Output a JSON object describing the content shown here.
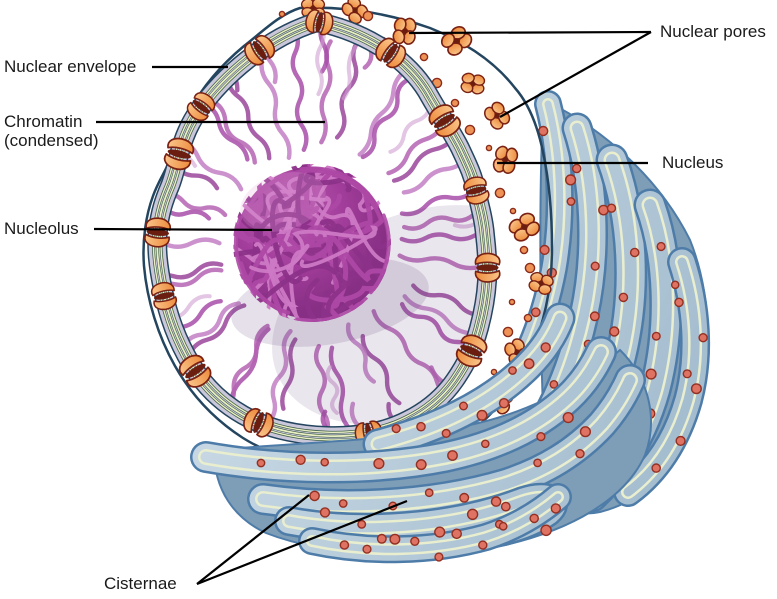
{
  "figure": {
    "type": "biology-diagram",
    "subject": "Cell nucleus cutaway with rough endoplasmic reticulum",
    "background": "#ffffff"
  },
  "labels": {
    "nuclear_envelope": "Nuclear envelope",
    "chromatin_line1": "Chromatin",
    "chromatin_line2": "(condensed)",
    "nucleolus": "Nucleolus",
    "nuclear_pores": "Nuclear pores",
    "nucleus": "Nucleus",
    "cisternae": "Cisternae"
  },
  "palette": {
    "background": "#ffffff",
    "outline_dark": "#24455f",
    "surface_light": "#b9b4d0",
    "surface_dark": "#8e88ac",
    "envelope_gray": "#cbc7db",
    "membrane_yellow": "#eaefc2",
    "membrane_edge": "#3f5f49",
    "nucleoplasm_light": "#f6ecf6",
    "nucleoplasm_mid1": "#eed9ee",
    "nucleoplasm_mid2": "#dcb5dc",
    "nucleoplasm_dark": "#bd86bd",
    "face_shadow": "#5f3f74",
    "chromatin_colors": [
      "#a74da8",
      "#b564b4",
      "#9a479b",
      "#c37fc4"
    ],
    "chromatin_light": "#d09fd2",
    "nucleolus_light": "#bb5fb2",
    "nucleolus_base": "#a23d9b",
    "nucleolus_dark": "#872f84",
    "nucleolus_highlight": "#e3aadb",
    "nucleolus_strands": [
      "#8c3289",
      "#ad48a5",
      "#ce79c5"
    ],
    "pore_orange_light": "#f9c489",
    "pore_orange": "#ee8c3e",
    "pore_outline": "#7a2113",
    "pore_seam": "#6b1d10",
    "ribosome_fill": "#de7263",
    "ribosome_outline": "#943022",
    "surface_dot_fill": "#ee9355",
    "surface_dot_outline": "#8c2c1c",
    "er_light": "#c6d7e3",
    "er_mid": "#9fb9cc",
    "er_dark": "#7e9db6",
    "er_outline": "#4e7ca9",
    "er_inner_line": "#e9eecf",
    "leader_line": "#000000",
    "label_text": "#1a1a1a"
  }
}
